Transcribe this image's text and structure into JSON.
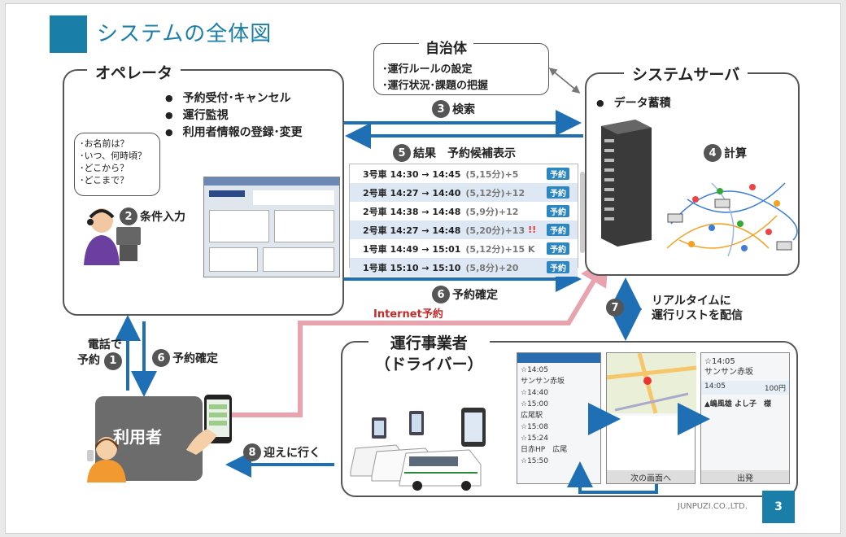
{
  "title": "システムの全体図",
  "operator": {
    "title": "オペレータ",
    "bullets": [
      "予約受付･キャンセル",
      "運行監視",
      "利用者情報の登録･変更"
    ],
    "questions": [
      "･お名前は？",
      "･いつ、何時頃？",
      "･どこから？",
      "･どこまで？"
    ],
    "step2": {
      "num": "2",
      "label": "条件入力"
    }
  },
  "municipality": {
    "title": "自治体",
    "items": [
      "･運行ルールの設定",
      "･運行状況･課題の把握"
    ]
  },
  "server": {
    "title": "システムサーバ",
    "bullet": "データ蓄積",
    "step4": {
      "num": "4",
      "label": "計算"
    }
  },
  "step3": {
    "num": "3",
    "label": "検索"
  },
  "step5": {
    "num": "5",
    "label": "結果　予約候補表示"
  },
  "results": [
    {
      "text": "3号車 14:30 → 14:45",
      "detail": "(5,15分)+5",
      "warn": "",
      "btn": "予約"
    },
    {
      "text": "2号車 14:27 → 14:40",
      "detail": "(5,12分)+12",
      "warn": "",
      "btn": "予約"
    },
    {
      "text": "2号車 14:38 → 14:48",
      "detail": "(5,9分)+12",
      "warn": "",
      "btn": "予約"
    },
    {
      "text": "2号車 14:27 → 14:48",
      "detail": "(5,20分)+13",
      "warn": "!!",
      "btn": "予約"
    },
    {
      "text": "1号車 14:49 → 15:01",
      "detail": "(5,12分)+15 K",
      "warn": "",
      "btn": "予約"
    },
    {
      "text": "1号車 15:10 → 15:10",
      "detail": "(5,8分)+20",
      "warn": "",
      "btn": "予約"
    }
  ],
  "step6_top": {
    "num": "6",
    "label": "予約確定"
  },
  "internet": "Internet予約",
  "step7": {
    "num": "7",
    "label_line1": "リアルタイムに",
    "label_line2": "運行リストを配信"
  },
  "user": {
    "label": "利用者",
    "step1_line1": "電話で",
    "step1_line2": "予約",
    "step1_num": "1",
    "step6": {
      "num": "6",
      "label": "予約確定"
    },
    "step8": {
      "num": "8",
      "label": "迎えに行く"
    }
  },
  "driver": {
    "title_line1": "運行事業者",
    "title_line2": "（ドライバー）",
    "phone1_rows": [
      "☆14:05",
      "サンサン赤坂",
      "☆14:40",
      "☆15:00",
      "広尾駅",
      "☆15:08",
      "☆15:24",
      "日赤HP　広尾",
      "☆15:50"
    ],
    "phone2_button": "次の画面へ",
    "phone3": {
      "time1": "☆14:05",
      "place": "サンサン赤坂",
      "time2": "14:05",
      "count": "100円",
      "name": "▲嶋風雄 よし子　様",
      "button": "出発"
    }
  },
  "footer": {
    "company": "JUNPUZI.CO.,LTD.",
    "page": "3"
  },
  "colors": {
    "accent": "#1a7fa8",
    "arrow": "#1f6fb5",
    "internet": "#e9a3ae",
    "warn": "#e0302c"
  }
}
